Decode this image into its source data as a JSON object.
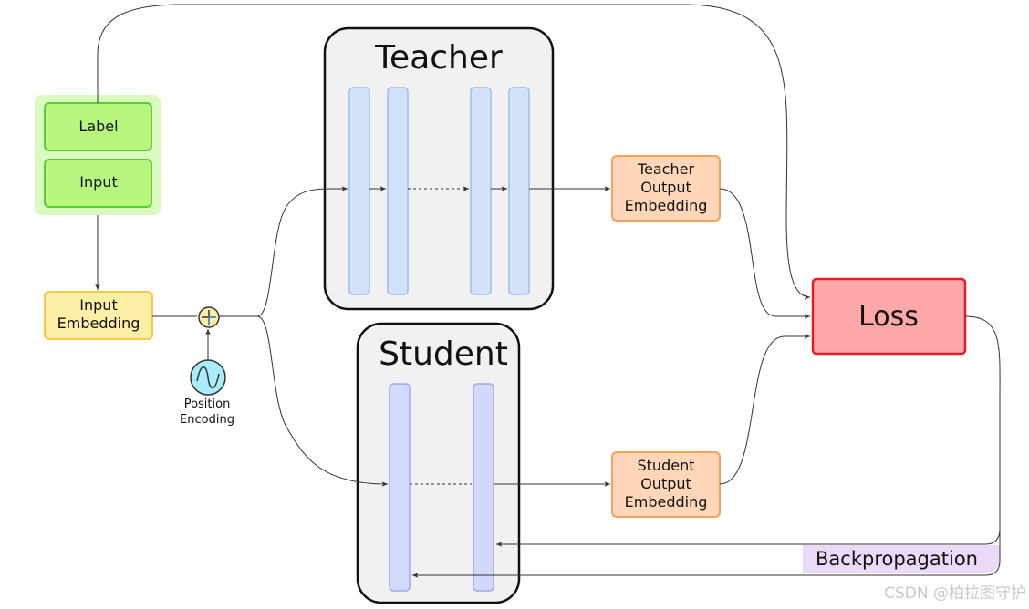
{
  "nodes": {
    "label": "Label",
    "input": "Input",
    "input_embedding": [
      "Input",
      "Embedding"
    ],
    "position_encoding": [
      "Position",
      "Encoding"
    ],
    "teacher_title": "Teacher",
    "student_title": "Student",
    "teacher_output": [
      "Teacher",
      "Output",
      "Embedding"
    ],
    "student_output": [
      "Student",
      "Output",
      "Embedding"
    ],
    "loss": "Loss",
    "backprop": "Backpropagation"
  },
  "watermark": "CSDN @柏拉图守护",
  "colors": {
    "green_fill": "#b7f77f",
    "green_stroke": "#5ccc33",
    "green_glow": "#d9fbc0",
    "yellow_fill": "#fdf0a6",
    "yellow_stroke": "#f2c94c",
    "orange_fill": "#ffd7b8",
    "orange_stroke": "#f5a25d",
    "loss_fill": "#ffa8a8",
    "loss_stroke": "#dd1f2a",
    "panel_fill": "#f1f1f1",
    "teacher_layer_fill": "#d3e2fb",
    "teacher_layer_stroke": "#9bbcf3",
    "student_layer_fill": "#d3d9fb",
    "student_layer_stroke": "#9ea9f3",
    "backprop_fill": "#ead9f7"
  }
}
